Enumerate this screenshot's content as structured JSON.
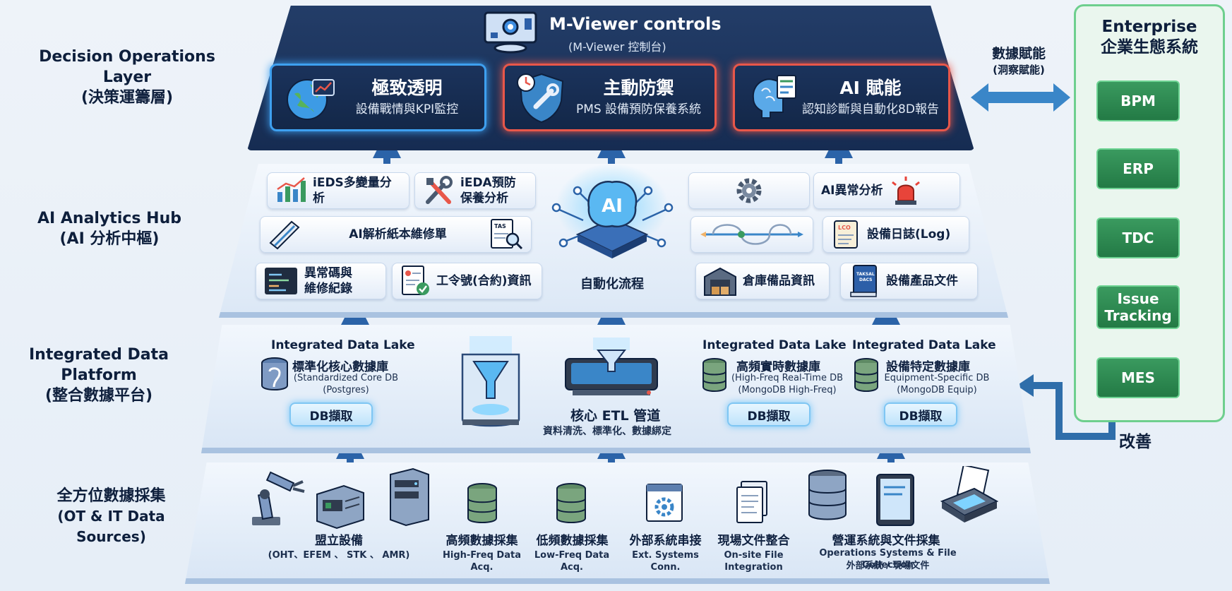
{
  "layers": {
    "decision": {
      "en": "Decision Operations Layer",
      "zh": "(決策運籌層)"
    },
    "analytics": {
      "en": "AI Analytics Hub",
      "zh": "(AI 分析中樞)"
    },
    "platform": {
      "en1": "Integrated Data",
      "en2": "Platform",
      "zh": "(整合數據平台)"
    },
    "sources": {
      "zh": "全方位數據採集",
      "en": "(OT & IT Data Sources)"
    }
  },
  "decision_layer": {
    "title": "M-Viewer controls",
    "subtitle": "(M-Viewer 控制台)",
    "cards": [
      {
        "title": "極致透明",
        "desc": "設備戰情與KPI監控",
        "border": "#3ea0f0"
      },
      {
        "title": "主動防禦",
        "desc": "PMS 設備預防保養系統",
        "border": "#e8574a"
      },
      {
        "title": "AI 賦能",
        "desc": "認知診斷與自動化8D報告",
        "border": "#e8574a"
      }
    ]
  },
  "analytics_hub": {
    "center_label": "自動化流程",
    "ai_badge": "AI",
    "chips": {
      "ieds": "iEDS多變量分析",
      "ieda1": "iEDA預防",
      "ieda2": "保養分析",
      "parse": "AI解析紙本維修單",
      "code1": "異常碼與",
      "code2": "維修紀錄",
      "order": "工令號(合約)資訊",
      "anomaly": "AI異常分析",
      "log": "設備日誌(Log)",
      "warehouse": "倉庫備品資訊",
      "docs": "設備產品文件"
    },
    "icon_text": {
      "doc": "TAS",
      "log": "LCO",
      "book1": "TAKSAL",
      "book2": "DACS"
    }
  },
  "data_platform": {
    "lakes": [
      {
        "title": "Integrated Data Lake",
        "name": "標準化核心數據庫",
        "sub1": "(Standardized Core DB",
        "sub2": "(Postgres)"
      },
      {
        "title": "Integrated Data Lake",
        "name": "高頻實時數據庫",
        "sub1": "(High-Freq Real-Time DB",
        "sub2": "(MongoDB High-Freq)"
      },
      {
        "title": "Integrated Data Lake",
        "name": "設備特定數據庫",
        "sub1": "Equipment-Specific DB",
        "sub2": "(MongoDB Equip)"
      }
    ],
    "ingest_label": "DB擷取",
    "etl_title": "核心 ETL 管道",
    "etl_sub": "資料清洗、標準化、數據綁定"
  },
  "data_sources": {
    "items": [
      {
        "label": "盟立設備",
        "sub": "(OHT、EFEM 、 STK 、 AMR)"
      },
      {
        "label": "高頻數據採集",
        "sub": "High-Freq Data Acq."
      },
      {
        "label": "低頻數據採集",
        "sub": "Low-Freq Data Acq."
      },
      {
        "label": "外部系統串接",
        "sub": "Ext. Systems Conn."
      },
      {
        "label": "現場文件整合",
        "sub": "On-site File Integration"
      },
      {
        "label": "營運系統與文件採集",
        "sub": "Operations Systems & File Collection",
        "sub2": "外部系統 / 現場文件"
      }
    ]
  },
  "enterprise": {
    "title1": "Enterprise",
    "title2": "企業生態系統",
    "systems": [
      "BPM",
      "ERP",
      "TDC",
      "Issue Tracking",
      "MES"
    ]
  },
  "flows": {
    "empower1": "數據賦能",
    "empower2": "(洞察賦能)",
    "improve": "改善"
  }
}
